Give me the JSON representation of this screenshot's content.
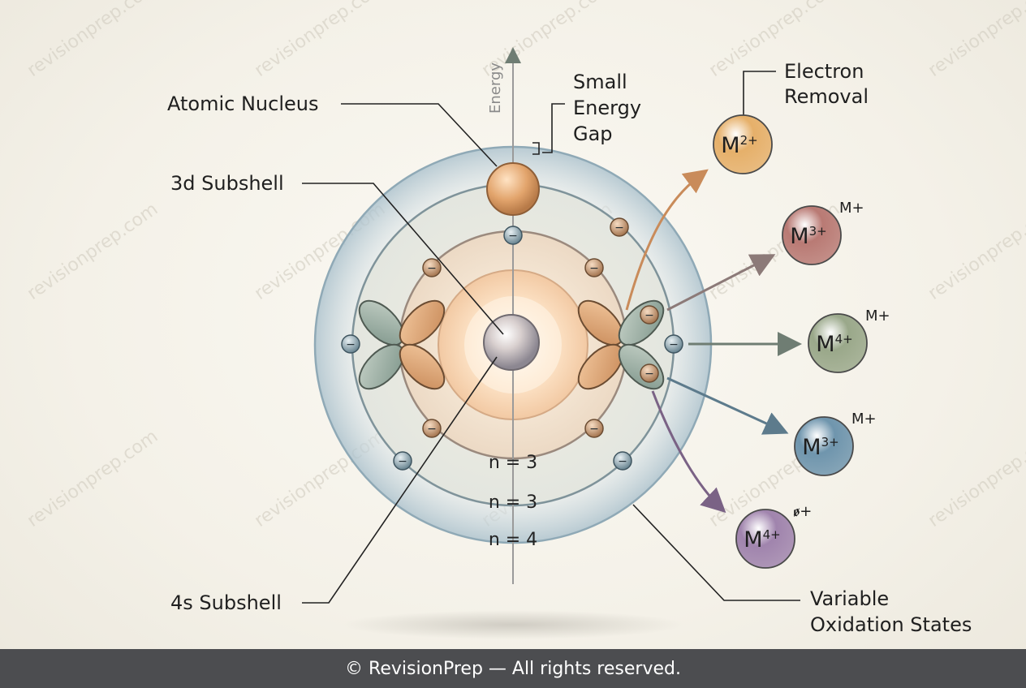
{
  "labels": {
    "atomic_nucleus": "Atomic Nucleus",
    "subshell_3d": "3d Subshell",
    "subshell_4s": "4s Subshell",
    "energy_axis": "Energy",
    "small_energy_gap": [
      "Small",
      "Energy",
      "Gap"
    ],
    "electron_removal": [
      "Electron",
      "Removal"
    ],
    "variable_oxidation_states": [
      "Variable",
      "Oxidation States"
    ]
  },
  "shell_labels": [
    "n = 3",
    "n = 3",
    "n = 4"
  ],
  "electron_symbol": "−",
  "ions": [
    {
      "symbol": "M",
      "charge": "2+",
      "side_label": "",
      "color": "#e6b06a"
    },
    {
      "symbol": "M",
      "charge": "3+",
      "side_label": "M+",
      "color": "#b97a74"
    },
    {
      "symbol": "M",
      "charge": "4+",
      "side_label": "M+",
      "color": "#9aa88a"
    },
    {
      "symbol": "M",
      "charge": "3+",
      "side_label": "M+",
      "color": "#6f95ad"
    },
    {
      "symbol": "M",
      "charge": "4+",
      "side_label": "ꬾ+",
      "color": "#a084ad"
    }
  ],
  "watermark": "revisionprep.com",
  "footer": "© RevisionPrep — All rights reserved."
}
